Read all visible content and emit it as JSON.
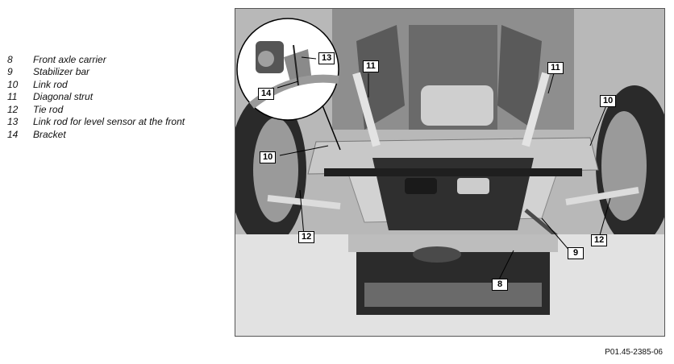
{
  "legend": [
    {
      "num": "8",
      "text": "Front axle carrier"
    },
    {
      "num": "9",
      "text": "Stabilizer bar"
    },
    {
      "num": "10",
      "text": "Link rod"
    },
    {
      "num": "11",
      "text": "Diagonal strut"
    },
    {
      "num": "12",
      "text": "Tie rod"
    },
    {
      "num": "13",
      "text": "Link rod for level sensor at the front"
    },
    {
      "num": "14",
      "text": "Bracket"
    }
  ],
  "callouts": {
    "c13": "13",
    "c14": "14",
    "c11a": "11",
    "c11b": "11",
    "c10a": "10",
    "c10b": "10",
    "c12a": "12",
    "c12b": "12",
    "c9": "9",
    "c8": "8"
  },
  "reference_code": "P01.45-2385-06"
}
